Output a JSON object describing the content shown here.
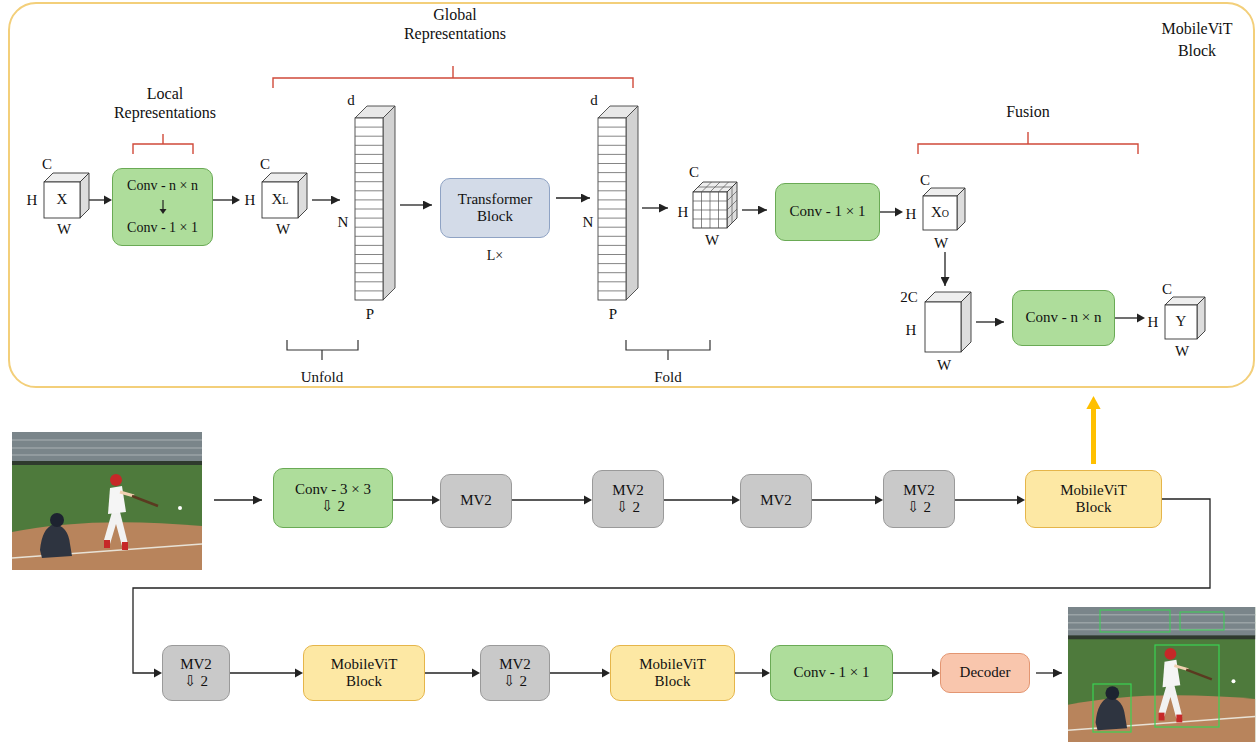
{
  "diagram": {
    "nodes": [
      {
        "text": [
          "MobileViT Block"
        ]
      },
      {
        "text": [
          "X"
        ],
        "in": 0
      },
      {
        "text": [
          "Conv - n × n",
          "Conv - 1 × 1"
        ],
        "in": 0
      },
      {
        "text": [
          "XL"
        ],
        "in": 0
      },
      {
        "text": [
          "Transformer Block"
        ],
        "in": 0
      },
      {
        "text": [
          "Conv - 1 × 1"
        ],
        "in": 0
      },
      {
        "text": [
          "XO"
        ],
        "in": 0
      },
      {
        "text": [
          "Conv - n × n"
        ],
        "in": 0
      },
      {
        "text": [
          "Y"
        ],
        "in": 0
      },
      {
        "text": [
          "Conv - 3 × 3",
          "⇩ 2"
        ]
      },
      {
        "text": [
          "MV2"
        ]
      },
      {
        "text": [
          "MV2",
          "⇩ 2"
        ]
      },
      {
        "text": [
          "MV2"
        ]
      },
      {
        "text": [
          "MV2",
          "⇩ 2"
        ]
      },
      {
        "text": [
          "MobileViT Block"
        ]
      },
      {
        "text": [
          "MV2",
          "⇩ 2"
        ]
      },
      {
        "text": [
          "MobileViT Block"
        ]
      },
      {
        "text": [
          "MV2",
          "⇩ 2"
        ]
      },
      {
        "text": [
          "MobileViT Block"
        ]
      },
      {
        "text": [
          "Conv - 1 × 1"
        ]
      },
      {
        "text": [
          "Decoder"
        ]
      }
    ],
    "edges": [
      {
        "from": 1,
        "to": 2,
        "arrow": "to"
      },
      {
        "from": 2,
        "to": 3,
        "arrow": "to"
      },
      {
        "from": 5,
        "to": 6,
        "arrow": "to"
      },
      {
        "from": 7,
        "to": 8,
        "arrow": "to"
      },
      {
        "from": 9,
        "to": 10,
        "arrow": "to"
      },
      {
        "from": 10,
        "to": 11,
        "arrow": "to"
      },
      {
        "from": 11,
        "to": 12,
        "arrow": "to"
      },
      {
        "from": 12,
        "to": 13,
        "arrow": "to"
      },
      {
        "from": 13,
        "to": 14,
        "arrow": "to"
      },
      {
        "from": 14,
        "to": 0,
        "arrow": "to"
      },
      {
        "from": 14,
        "to": 15,
        "arrow": "to"
      },
      {
        "from": 15,
        "to": 16,
        "arrow": "to"
      },
      {
        "from": 16,
        "to": 17,
        "arrow": "to"
      },
      {
        "from": 17,
        "to": 18,
        "arrow": "to"
      },
      {
        "from": 18,
        "to": 19,
        "arrow": "to"
      },
      {
        "from": 19,
        "to": 20,
        "arrow": "to"
      }
    ],
    "labels": [
      "Local Representations",
      "Global Representations",
      "Fusion",
      "Unfold",
      "Fold",
      "L×",
      "C",
      "H",
      "W",
      "C",
      "H",
      "W",
      "d",
      "N",
      "P",
      "d",
      "N",
      "P",
      "C",
      "H",
      "W",
      "C",
      "H",
      "W",
      "2C",
      "H",
      "W",
      "C",
      "H",
      "W"
    ]
  }
}
